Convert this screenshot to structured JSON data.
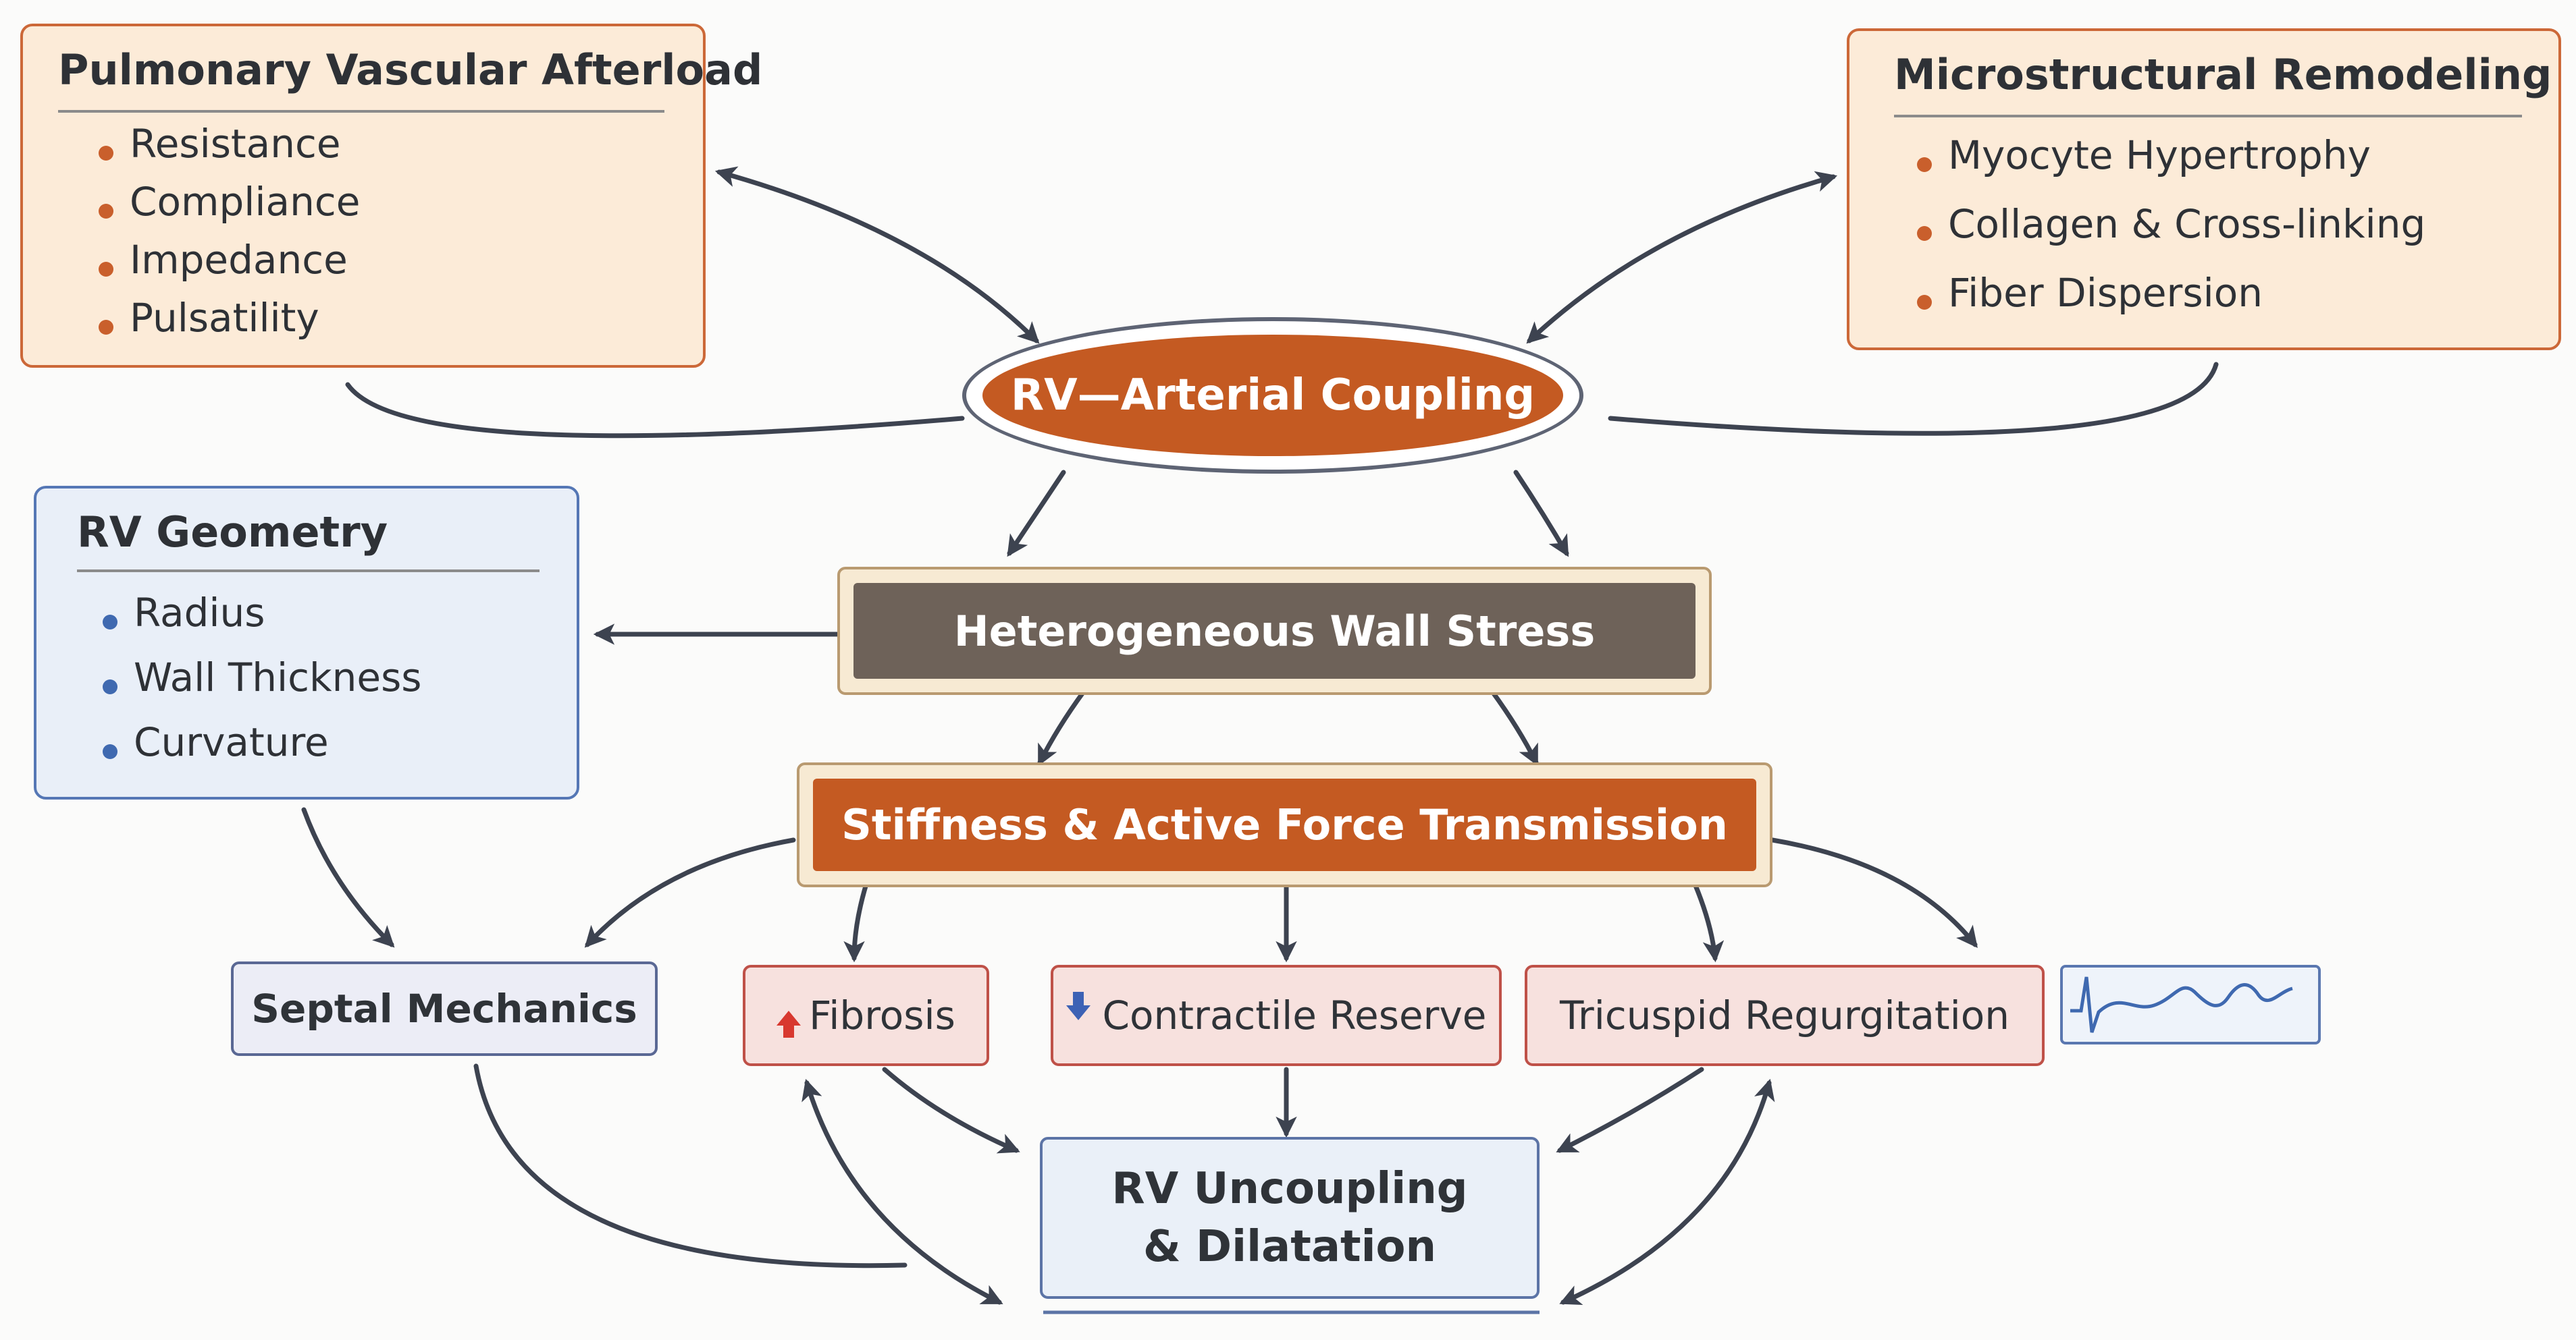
{
  "afterload": {
    "title": "Pulmonary Vascular Afterload",
    "items": [
      "Resistance",
      "Compliance",
      "Impedance",
      "Pulsatility"
    ]
  },
  "remodeling": {
    "title": "Microstructural Remodeling",
    "items": [
      "Myocyte Hypertrophy",
      "Collagen & Cross-linking",
      "Fiber Dispersion"
    ]
  },
  "coupling": {
    "label": "RV—Arterial Coupling"
  },
  "geometry": {
    "title": "RV Geometry",
    "items": [
      "Radius",
      "Wall Thickness",
      "Curvature"
    ]
  },
  "wall_stress": {
    "label": "Heterogeneous Wall Stress"
  },
  "stiffness": {
    "label": "Stiffness & Active Force Transmission"
  },
  "septal": {
    "label": "Septal Mechanics"
  },
  "fibrosis": {
    "label": "Fibrosis",
    "icon": "up-arrow-icon"
  },
  "contractile": {
    "label": "Contractile Reserve",
    "icon": "down-arrow-icon"
  },
  "tricuspid": {
    "label": "Tricuspid Regurgitation"
  },
  "uncoupling": {
    "line1": "RV Uncoupling",
    "line2": "& Dilatation"
  },
  "colors": {
    "orange_accent": "#c45a22",
    "wall_stress_bar": "#6e6259",
    "blue_accent": "#3f69b0",
    "arrow": "#3d4350"
  }
}
